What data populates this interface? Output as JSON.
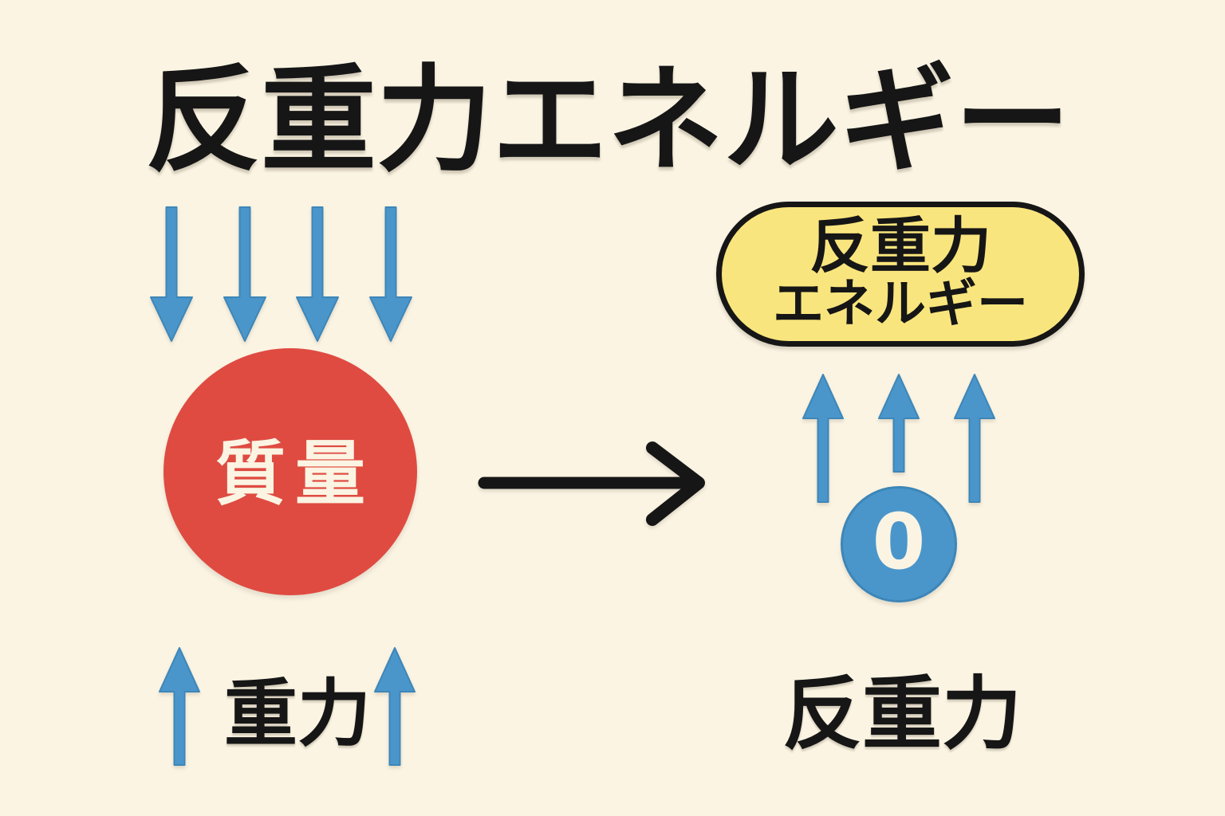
{
  "title": "反重力エネルギー",
  "colors": {
    "background": "#FBF4E3",
    "text_black": "#161616",
    "arrow_blue": "#4A96CB",
    "arrow_blue_edge": "#3D86B8",
    "mass_red": "#DF4B41",
    "energy_yellow": "#F9E57D",
    "cream_text": "#FBF4E3"
  },
  "left_group": {
    "down_arrow_count": 4,
    "mass_label": "質量",
    "gravity_label": "重力",
    "up_arrow_count": 2
  },
  "right_group": {
    "energy_box_line1": "反重力",
    "energy_box_line2": "エネルギー",
    "up_arrow_count": 3,
    "zero_label": "0",
    "antigravity_label": "反重力"
  }
}
